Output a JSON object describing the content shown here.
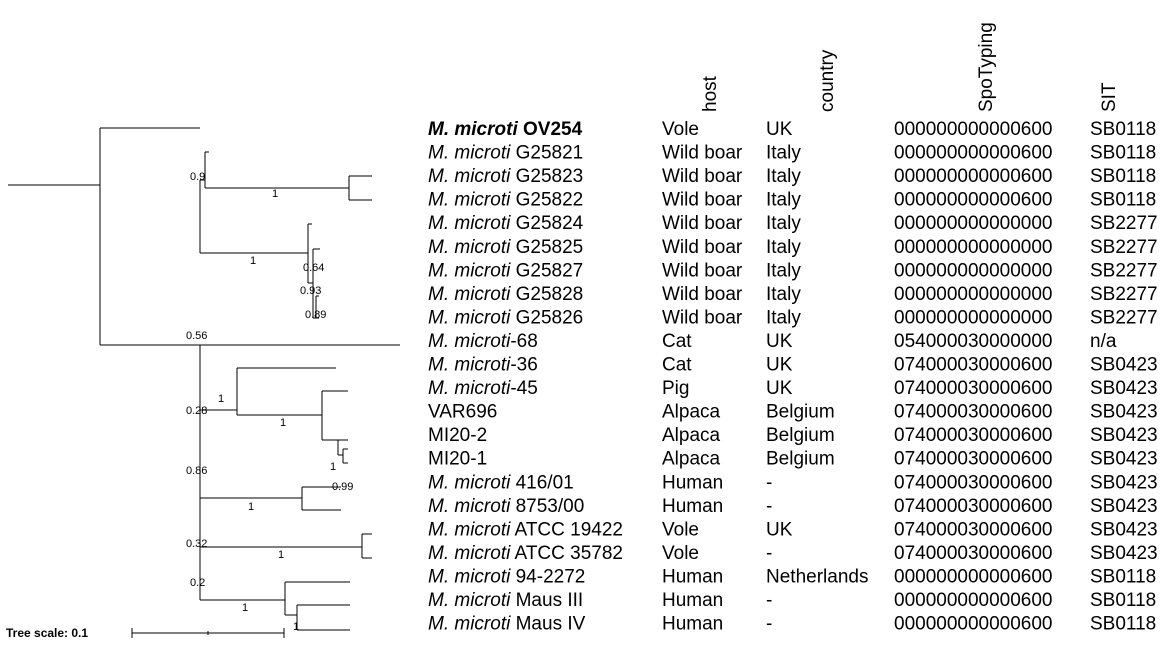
{
  "headers": {
    "host": "host",
    "country": "country",
    "spotyping": "SpoTyping",
    "sit": "SIT"
  },
  "scale_label": "Tree scale: 0.1",
  "colors": {
    "black": "#000000",
    "blue": "#1f77b4",
    "green": "#4caf50",
    "red": "#e8574a",
    "purple": "#a49ac6"
  },
  "rows": [
    {
      "prefix": "M. microti",
      "suffix": " OV254",
      "plain": "",
      "style": "bold",
      "host": "Vole",
      "country": "UK",
      "spotyping": "000000000000600",
      "sit": "SB0118",
      "sit_color": "green"
    },
    {
      "prefix": "M. microti",
      "suffix": " G25821",
      "plain": "",
      "style": "italic",
      "host": "Wild boar",
      "country": "Italy",
      "spotyping": "000000000000600",
      "sit": "SB0118",
      "sit_color": "green"
    },
    {
      "prefix": "M. microti",
      "suffix": " G25823",
      "plain": "",
      "style": "italic",
      "host": "Wild boar",
      "country": "Italy",
      "spotyping": "000000000000600",
      "sit": "SB0118",
      "sit_color": "green"
    },
    {
      "prefix": "M. microti",
      "suffix": " G25822",
      "plain": "",
      "style": "italic",
      "host": "Wild boar",
      "country": "Italy",
      "spotyping": "000000000000600",
      "sit": "SB0118",
      "sit_color": "green"
    },
    {
      "prefix": "M. microti",
      "suffix": " G25824",
      "plain": "",
      "style": "italic",
      "host": "Wild boar",
      "country": "Italy",
      "spotyping": "000000000000000",
      "sit": "SB2277",
      "sit_color": "red"
    },
    {
      "prefix": "M. microti",
      "suffix": " G25825",
      "plain": "",
      "style": "italic",
      "host": "Wild boar",
      "country": "Italy",
      "spotyping": "000000000000000",
      "sit": "SB2277",
      "sit_color": "red"
    },
    {
      "prefix": "M. microti",
      "suffix": " G25827",
      "plain": "",
      "style": "italic",
      "host": "Wild boar",
      "country": "Italy",
      "spotyping": "000000000000000",
      "sit": "SB2277",
      "sit_color": "red"
    },
    {
      "prefix": "M. microti",
      "suffix": " G25828",
      "plain": "",
      "style": "italic",
      "host": "Wild boar",
      "country": "Italy",
      "spotyping": "000000000000000",
      "sit": "SB2277",
      "sit_color": "red"
    },
    {
      "prefix": "M. microti",
      "suffix": " G25826",
      "plain": "",
      "style": "italic",
      "host": "Wild boar",
      "country": "Italy",
      "spotyping": "000000000000000",
      "sit": "SB2277",
      "sit_color": "red"
    },
    {
      "prefix": "M. microti",
      "suffix": "-68",
      "plain": "",
      "style": "italic",
      "host": "Cat",
      "country": "UK",
      "spotyping": "054000030000000",
      "sit": "n/a",
      "sit_color": "black"
    },
    {
      "prefix": "M. microti",
      "suffix": "-36",
      "plain": "",
      "style": "italic",
      "host": "Cat",
      "country": "UK",
      "spotyping": "074000030000600",
      "sit": "SB0423",
      "sit_color": "purple"
    },
    {
      "prefix": "M. microti",
      "suffix": "-45",
      "plain": "",
      "style": "italic",
      "host": "Pig",
      "country": "UK",
      "spotyping": "074000030000600",
      "sit": "SB0423",
      "sit_color": "purple"
    },
    {
      "prefix": "",
      "suffix": "",
      "plain": "VAR696",
      "style": "blue",
      "host": "Alpaca",
      "country": "Belgium",
      "spotyping": "074000030000600",
      "sit": "SB0423",
      "sit_color": "purple"
    },
    {
      "prefix": "",
      "suffix": "",
      "plain": "MI20-2",
      "style": "blue",
      "host": "Alpaca",
      "country": "Belgium",
      "spotyping": "074000030000600",
      "sit": "SB0423",
      "sit_color": "purple"
    },
    {
      "prefix": "",
      "suffix": "",
      "plain": "MI20-1",
      "style": "blue",
      "host": "Alpaca",
      "country": "Belgium",
      "spotyping": "074000030000600",
      "sit": "SB0423",
      "sit_color": "purple"
    },
    {
      "prefix": "M. microti",
      "suffix": " 416/01",
      "plain": "",
      "style": "italic",
      "host": "Human",
      "country": "-",
      "spotyping": "074000030000600",
      "sit": "SB0423",
      "sit_color": "purple"
    },
    {
      "prefix": "M. microti",
      "suffix": " 8753/00",
      "plain": "",
      "style": "italic",
      "host": "Human",
      "country": "-",
      "spotyping": "074000030000600",
      "sit": "SB0423",
      "sit_color": "purple"
    },
    {
      "prefix": "M. microti",
      "suffix": " ATCC 19422",
      "plain": "",
      "style": "italic",
      "host": "Vole",
      "country": "UK",
      "spotyping": "074000030000600",
      "sit": "SB0423",
      "sit_color": "purple"
    },
    {
      "prefix": "M. microti",
      "suffix": " ATCC 35782",
      "plain": "",
      "style": "italic",
      "host": "Vole",
      "country": "-",
      "spotyping": "074000030000600",
      "sit": "SB0423",
      "sit_color": "purple"
    },
    {
      "prefix": "M. microti",
      "suffix": " 94-2272",
      "plain": "",
      "style": "italic",
      "host": "Human",
      "country": "Netherlands",
      "spotyping": "000000000000600",
      "sit": "SB0118",
      "sit_color": "green"
    },
    {
      "prefix": "M. microti",
      "suffix": " Maus III",
      "plain": "",
      "style": "italic",
      "host": "Human",
      "country": "-",
      "spotyping": "000000000000600",
      "sit": "SB0118",
      "sit_color": "green"
    },
    {
      "prefix": "M. microti",
      "suffix": " Maus IV",
      "plain": "",
      "style": "italic",
      "host": "Human",
      "country": "-",
      "spotyping": "000000000000600",
      "sit": "SB0118",
      "sit_color": "green"
    }
  ],
  "support_values": [
    "0.9",
    "1",
    "1",
    "0.64",
    "0.93",
    "0.89",
    "0.56",
    "1",
    "1",
    "0.28",
    "1",
    "0.99",
    "0.86",
    "1",
    "0.32",
    "1",
    "0.2",
    "1",
    "1"
  ]
}
